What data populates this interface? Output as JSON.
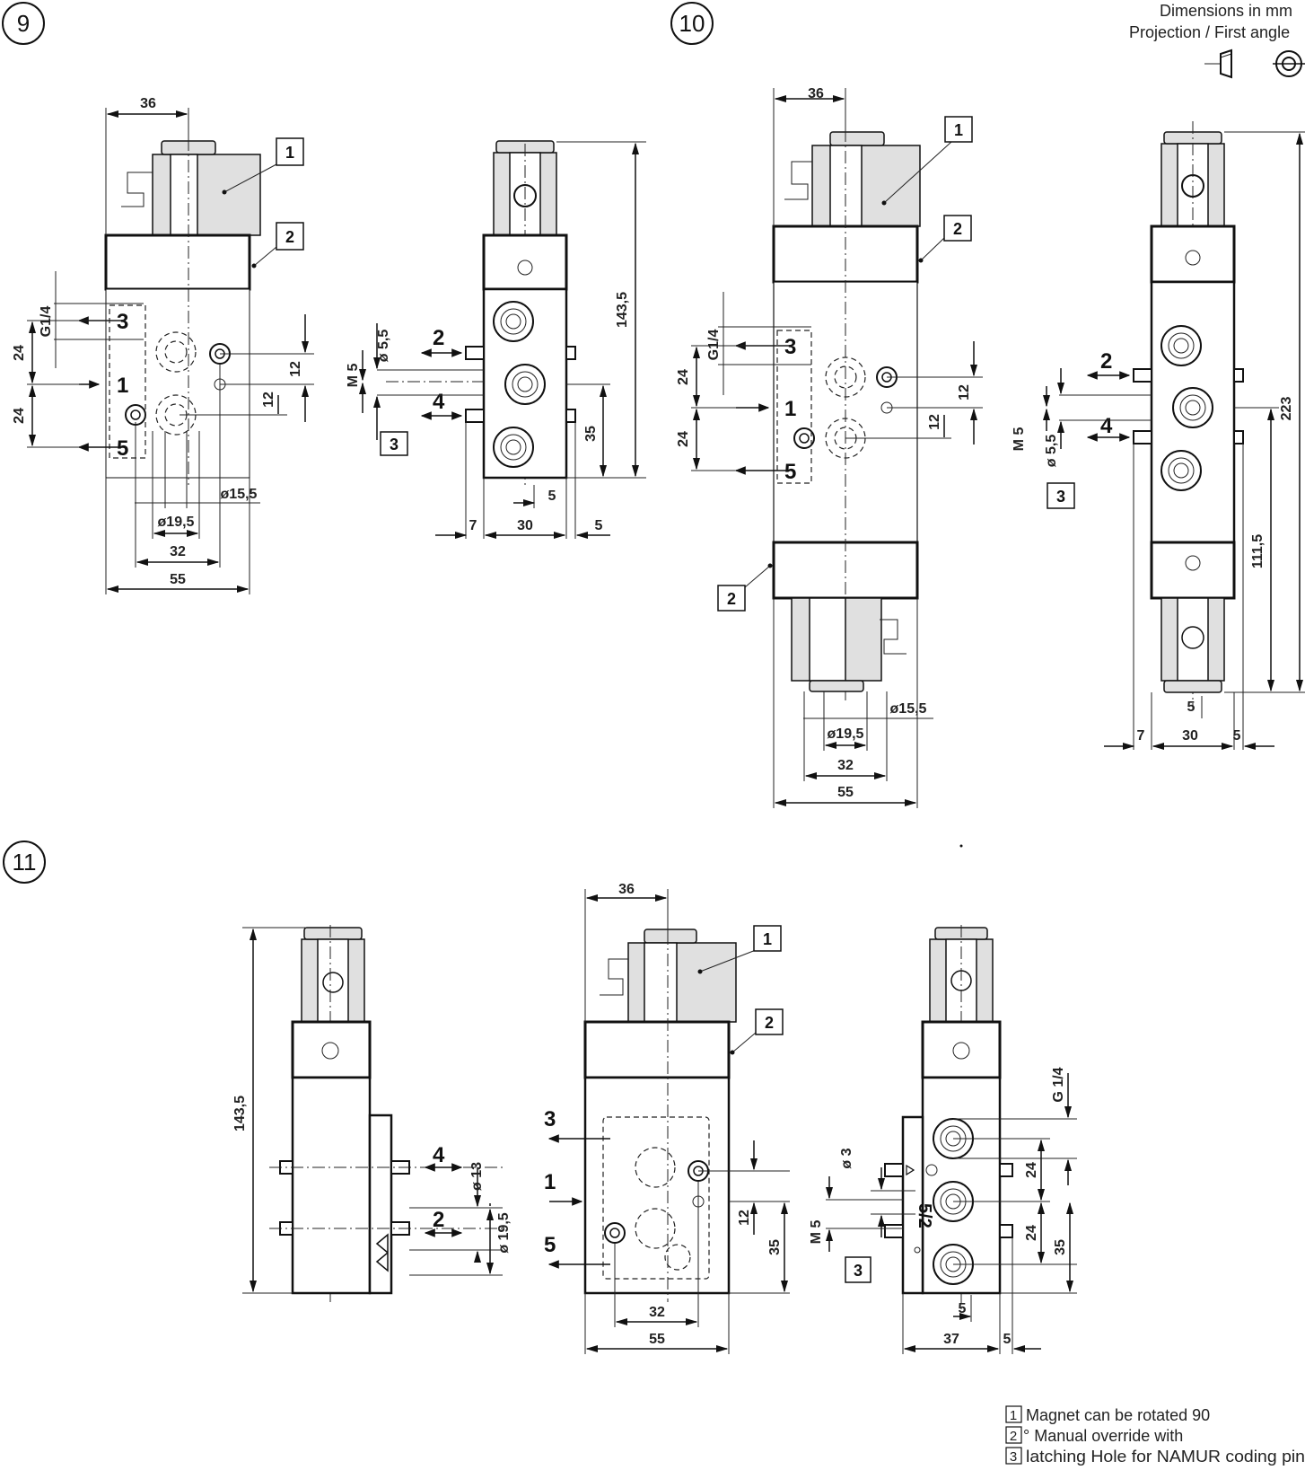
{
  "header": {
    "dimensions_note": "Dimensions in mm",
    "projection_note": "Projection / First angle"
  },
  "figures": {
    "f9": "9",
    "f10": "10",
    "f11": "11"
  },
  "labels": {
    "ports": {
      "p1": "1",
      "p2": "2",
      "p3": "3",
      "p4": "4",
      "p5": "5"
    },
    "callouts": {
      "c1": "1",
      "c2": "2",
      "c3": "3"
    },
    "threads": {
      "g14": "G1/4",
      "g14s": "G 1/4",
      "m5": "M 5"
    },
    "diameters": {
      "d55": "ø 5,5",
      "d155": "ø15,5",
      "d195": "ø19,5",
      "d195s": "ø 19,5",
      "d13": "ø 13",
      "d3": "ø 3"
    },
    "numbers": {
      "n36": "36",
      "n24": "24",
      "n12": "12",
      "n32": "32",
      "n55": "55",
      "n1435": "143,5",
      "n35": "35",
      "n5": "5",
      "n7": "7",
      "n30": "30",
      "n223": "223",
      "n1115": "111,5",
      "n37": "37"
    },
    "symbol52": "5/2"
  },
  "legend": [
    {
      "num": "1",
      "text": "Magnet can be rotated 90"
    },
    {
      "num": "2",
      "text": "° Manual override with"
    },
    {
      "num": "3",
      "text": "latching Hole for NAMUR coding pin"
    }
  ]
}
